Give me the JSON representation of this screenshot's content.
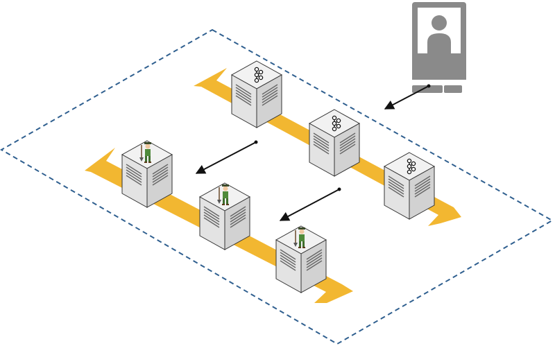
{
  "diagram": {
    "colors": {
      "background": "#ffffff",
      "boundary": "#2f5f8f",
      "band": "#f2b731",
      "band_edge": "#e9aa21",
      "server_top": "#f2f2f2",
      "server_left": "#e3e3e3",
      "server_right": "#d2d2d2",
      "server_stroke": "#333333",
      "arrow": "#111111",
      "client_gray": "#8a8a8a"
    },
    "client": {
      "icon": "user-computer-terminal-icon"
    },
    "tiers": [
      {
        "id": "upper-tier",
        "icon": "kafka-logo-icon",
        "servers": [
          "upper-1",
          "upper-2",
          "upper-3"
        ]
      },
      {
        "id": "lower-tier",
        "icon": "zookeeper-keeper-icon",
        "servers": [
          "lower-1",
          "lower-2",
          "lower-3"
        ]
      }
    ],
    "connections": [
      {
        "from": "client",
        "to": "upper-tier"
      },
      {
        "from": "upper-tier",
        "to": "lower-server-1"
      },
      {
        "from": "upper-tier",
        "to": "lower-server-3"
      }
    ]
  }
}
